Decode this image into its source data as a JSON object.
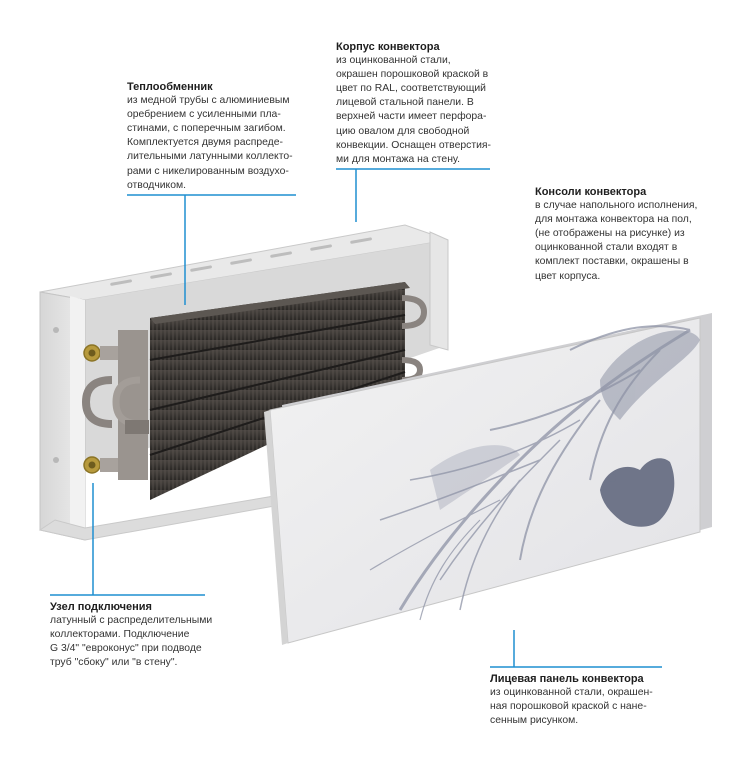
{
  "colors": {
    "accent_line": "#1f8fd1",
    "panel_base": "#eeeeee",
    "feather": "#8e93a6",
    "housing": "#e4e4e4",
    "fins": "#3a3634",
    "brass": "#b79a3d",
    "pipe": "#8a8480"
  },
  "callouts": {
    "heat_exchanger": {
      "title": "Теплообменник",
      "body": "из медной трубы с алюминиевым\nоребрением с усиленными пла-\nстинами, с поперечным загибом.\nКомплектуется двумя распреде-\nлительными латунными коллекто-\nрами с никелированным воздухо-\nотводчиком."
    },
    "housing": {
      "title": "Корпус конвектора",
      "body": "из оцинкованной стали,\nокрашен порошковой краской в\nцвет по RAL, соответствующий\nлицевой стальной панели. В\nверхней части имеет перфора-\nцию овалом для свободной\nконвекции. Оснащен отверстия-\nми для монтажа на стену."
    },
    "brackets": {
      "title": "Консоли конвектора",
      "body": "в случае напольного исполнения,\nдля монтажа конвектора на пол,\n(не отображены на рисунке) из\nоцинкованной стали  входят в\nкомплект поставки, окрашены в\nцвет корпуса."
    },
    "connection": {
      "title": "Узел подключения",
      "body": "латунный с распределительными\nколлекторами. Подключение\nG 3/4\" \"евроконус\" при подводе\nтруб \"сбоку\" или \"в стену\"."
    },
    "front_panel": {
      "title": "Лицевая панель конвектора",
      "body": "из оцинкованной стали, окрашен-\nная порошковой краской с нане-\nсенным рисунком."
    }
  }
}
